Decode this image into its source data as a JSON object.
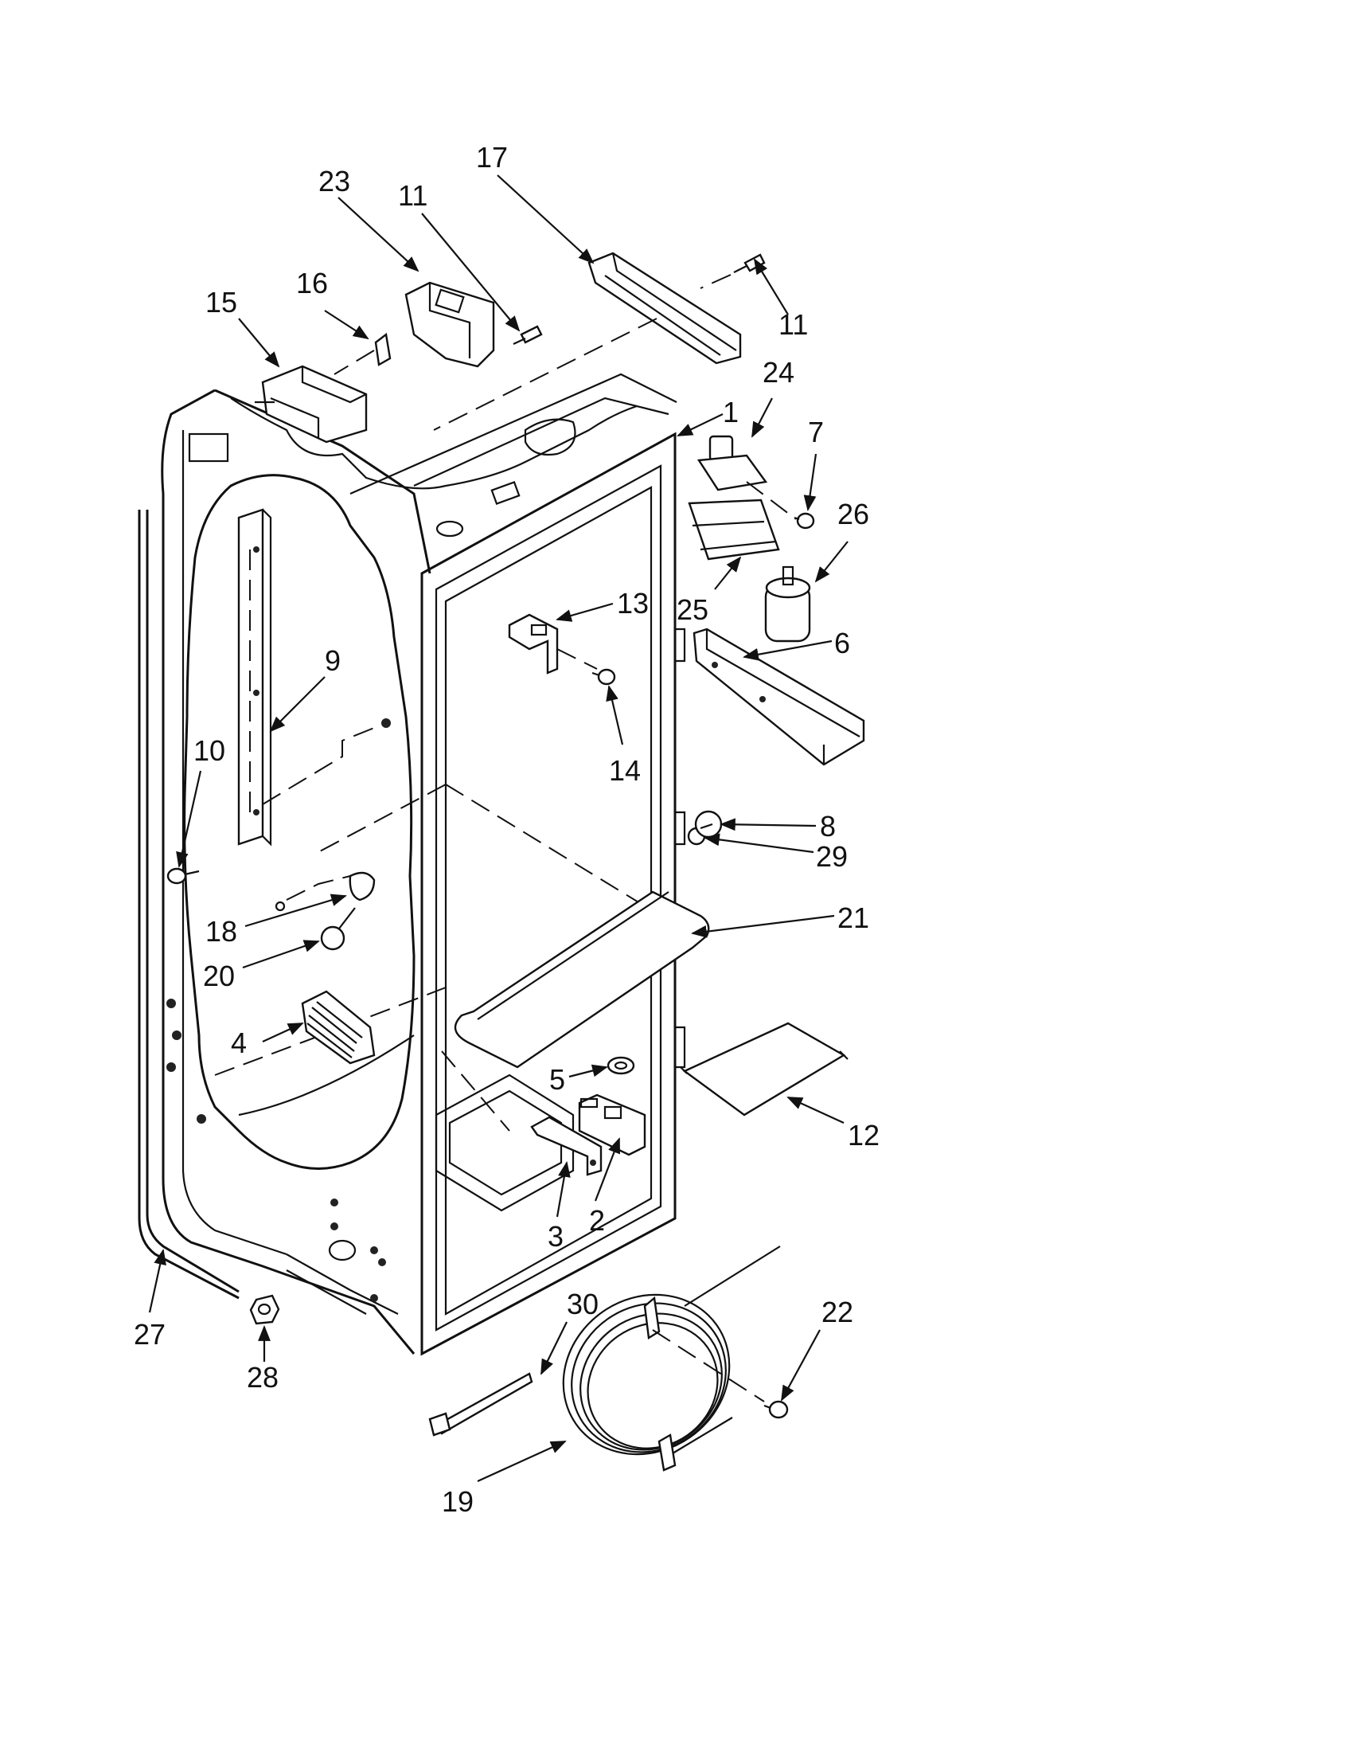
{
  "diagram": {
    "callouts": [
      "1",
      "2",
      "3",
      "4",
      "5",
      "6",
      "7",
      "8",
      "9",
      "10",
      "11",
      "11",
      "12",
      "13",
      "14",
      "15",
      "16",
      "17",
      "18",
      "19",
      "20",
      "21",
      "22",
      "23",
      "24",
      "25",
      "26",
      "27",
      "28",
      "29",
      "30"
    ]
  }
}
